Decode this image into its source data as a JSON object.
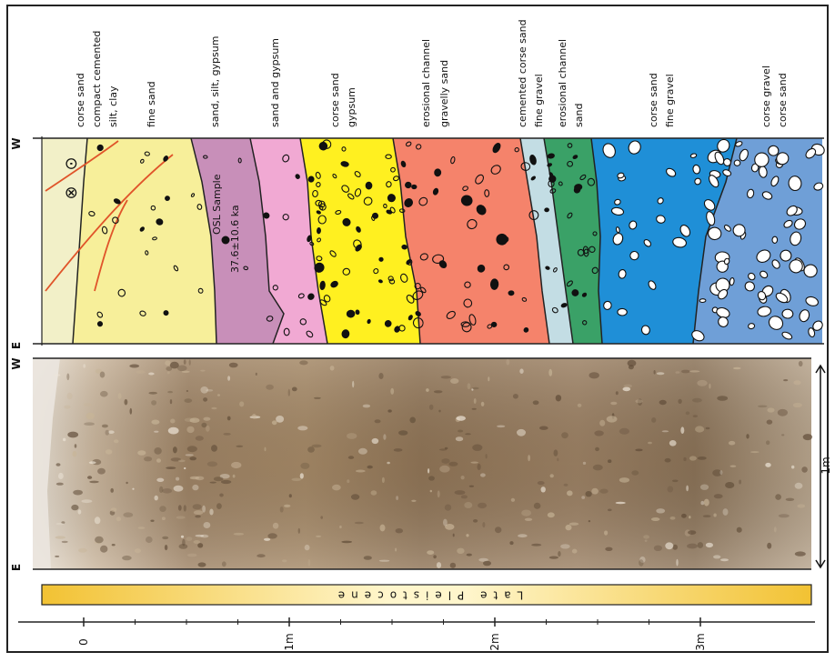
{
  "figure": {
    "orientation_left": "W",
    "orientation_right": "E",
    "period_label": "Late Pleistocene",
    "scale_label": "1m",
    "osl_sample_label": "OSL Sample",
    "osl_age_label": "37.6±10.6 ka",
    "circle_symbol_1": "⊙",
    "circle_symbol_2": "⊗",
    "axis_ticks": [
      "0",
      "1m",
      "2m",
      "3m"
    ]
  },
  "layers": [
    {
      "id": "L1",
      "lines": [
        "corse sand"
      ],
      "color": "#f2f0c8"
    },
    {
      "id": "L2",
      "lines": [
        "compact cemented",
        "silt, clay"
      ],
      "color": "#f7ef9a"
    },
    {
      "id": "L3",
      "lines": [
        "fine sand"
      ],
      "color": "#f7ef9a"
    },
    {
      "id": "L4",
      "lines": [
        "sand, silt, gypsum"
      ],
      "color": "#c88fb9"
    },
    {
      "id": "L5",
      "lines": [
        "sand and gypsum"
      ],
      "color": "#f1a9d3"
    },
    {
      "id": "L6",
      "lines": [
        "corse sand",
        "gypsum"
      ],
      "color": "#fff020"
    },
    {
      "id": "L7",
      "lines": [
        "erosional channel",
        "gravelly sand"
      ],
      "color": "#f5836b"
    },
    {
      "id": "L8",
      "lines": [
        "cemented corse sand",
        "fine gravel"
      ],
      "color": "#c3dde4"
    },
    {
      "id": "L9",
      "lines": [
        "erosional channel",
        "sand"
      ],
      "color": "#3aa167"
    },
    {
      "id": "L10",
      "lines": [
        "corse sand",
        "fine gravel"
      ],
      "color": "#1f8fd7"
    },
    {
      "id": "L11",
      "lines": [
        "corse gravel",
        "corse sand"
      ],
      "color": "#6f9fd7"
    }
  ]
}
